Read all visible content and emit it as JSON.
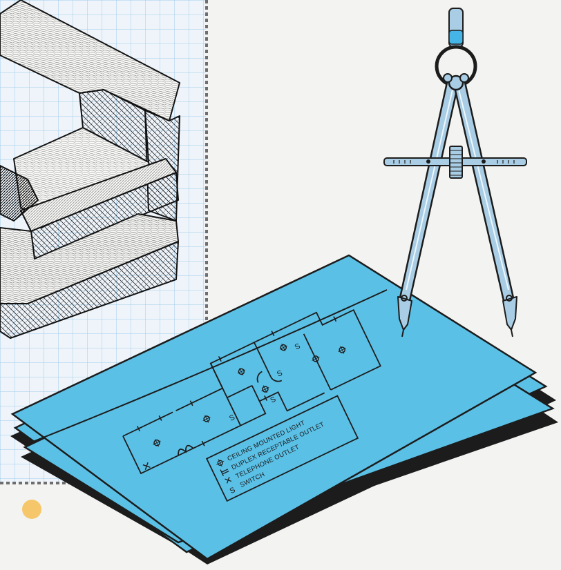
{
  "colors": {
    "background": "#f3f3f1",
    "grid_paper": "#eef4fa",
    "grid_line": "#9fcbeb",
    "blueprint": "#5bc0e6",
    "blueprint_shadow": "#1c1c1c",
    "compass_steel": "#a9cde4",
    "compass_tip": "#45b4e6",
    "accent_dot": "#f6c76a"
  },
  "icons": {
    "wood_joint": "wood-joint-illustration",
    "compass": "drafting-compass",
    "blueprint": "blueprint-floor-plan"
  },
  "plan": {
    "switch_symbol": "S"
  },
  "legend": {
    "items": [
      {
        "symbol": "ceiling-light",
        "label": "CEILING MOUNTED LIGHT"
      },
      {
        "symbol": "duplex-outlet",
        "label": "DUPLEX RECEPTABLE OUTLET"
      },
      {
        "symbol": "telephone-outlet",
        "label": "TELEPHONE OUTLET"
      },
      {
        "symbol": "switch",
        "label": "SWITCH"
      }
    ],
    "switch_letter": "S"
  }
}
